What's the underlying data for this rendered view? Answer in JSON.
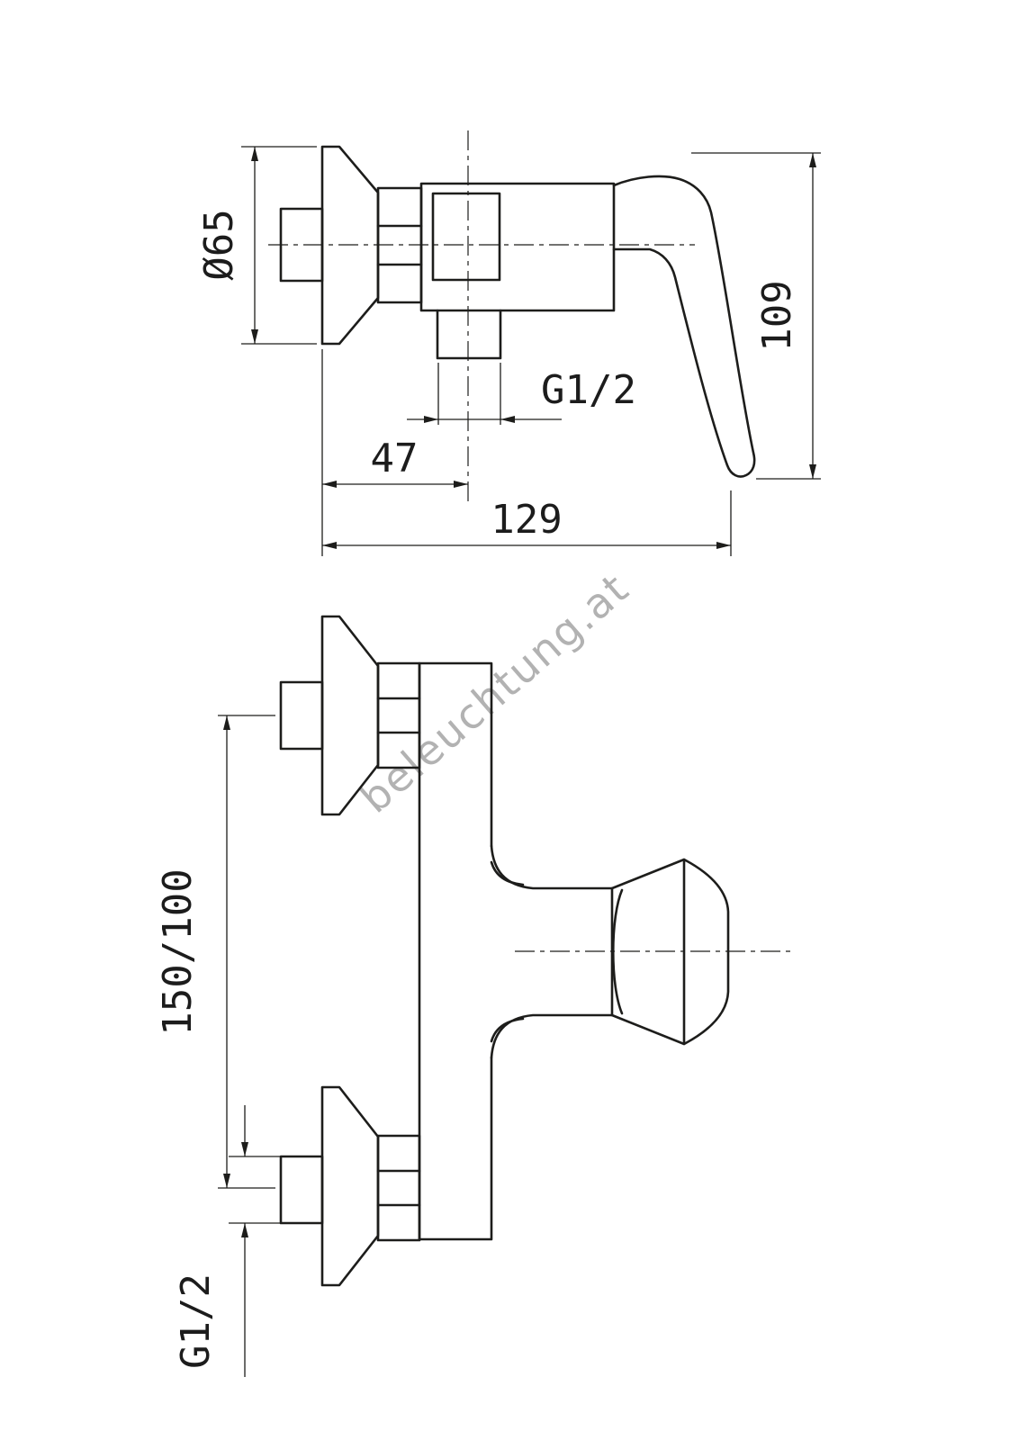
{
  "drawing": {
    "type": "technical-drawing",
    "subject": "Wall-mounted single-lever shower mixer, two projection views",
    "line_color": "#1d1d1b",
    "background": "#ffffff"
  },
  "watermark": {
    "text": "beleuchtung.at"
  },
  "views": {
    "side_view": {
      "name": "side view",
      "labels": {
        "flange_diameter": "Ø65",
        "overall_height": "109",
        "outlet_thread": "G1/2",
        "wall_to_center": "47",
        "overall_depth": "129"
      }
    },
    "front_view": {
      "name": "front view",
      "labels": {
        "connection_spacing": "150/100",
        "connection_thread": "G1/2"
      }
    }
  }
}
